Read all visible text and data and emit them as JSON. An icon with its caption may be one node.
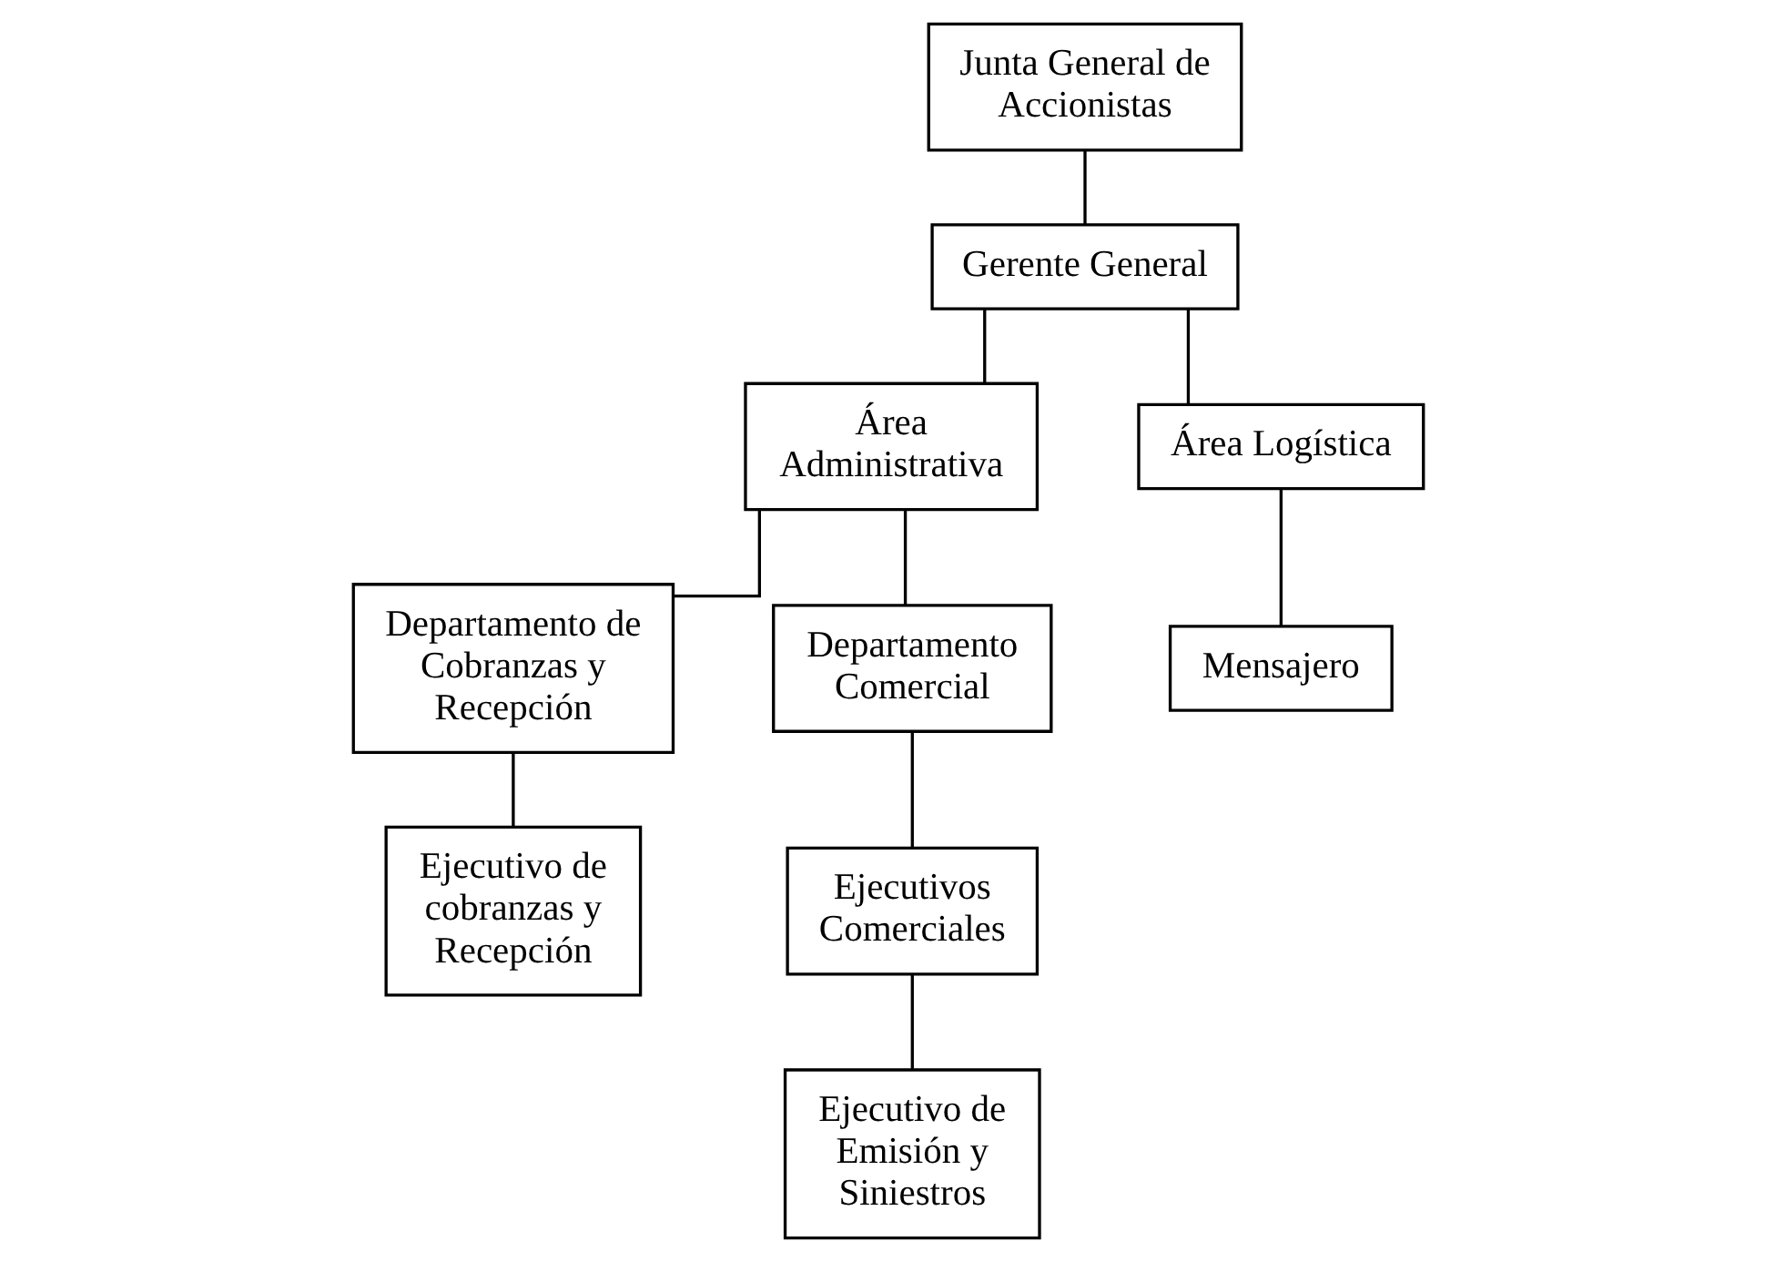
{
  "diagram": {
    "nodes": [
      {
        "text": [
          "Junta General de Accionistas"
        ]
      },
      {
        "text": [
          "Gerente General"
        ]
      },
      {
        "text": [
          "Área Administrativa"
        ]
      },
      {
        "text": [
          "Área Logística"
        ]
      },
      {
        "text": [
          "Mensajero"
        ]
      },
      {
        "text": [
          "Departamento de Cobranzas y Recepción"
        ]
      },
      {
        "text": [
          "Departamento Comercial"
        ]
      },
      {
        "text": [
          "Ejecutivo de cobranzas y Recepción"
        ]
      },
      {
        "text": [
          "Ejecutivos Comerciales"
        ]
      },
      {
        "text": [
          "Ejecutivo de Emisión y Siniestros"
        ]
      }
    ],
    "edges": [
      {
        "from": 0,
        "to": 1,
        "arrow": "none"
      },
      {
        "from": 1,
        "to": 2,
        "arrow": "none"
      },
      {
        "from": 1,
        "to": 3,
        "arrow": "none"
      },
      {
        "from": 3,
        "to": 4,
        "arrow": "none"
      },
      {
        "from": 2,
        "to": 5,
        "arrow": "none"
      },
      {
        "from": 2,
        "to": 6,
        "arrow": "none"
      },
      {
        "from": 5,
        "to": 7,
        "arrow": "none"
      },
      {
        "from": 6,
        "to": 8,
        "arrow": "none"
      },
      {
        "from": 8,
        "to": 9,
        "arrow": "none"
      }
    ]
  }
}
